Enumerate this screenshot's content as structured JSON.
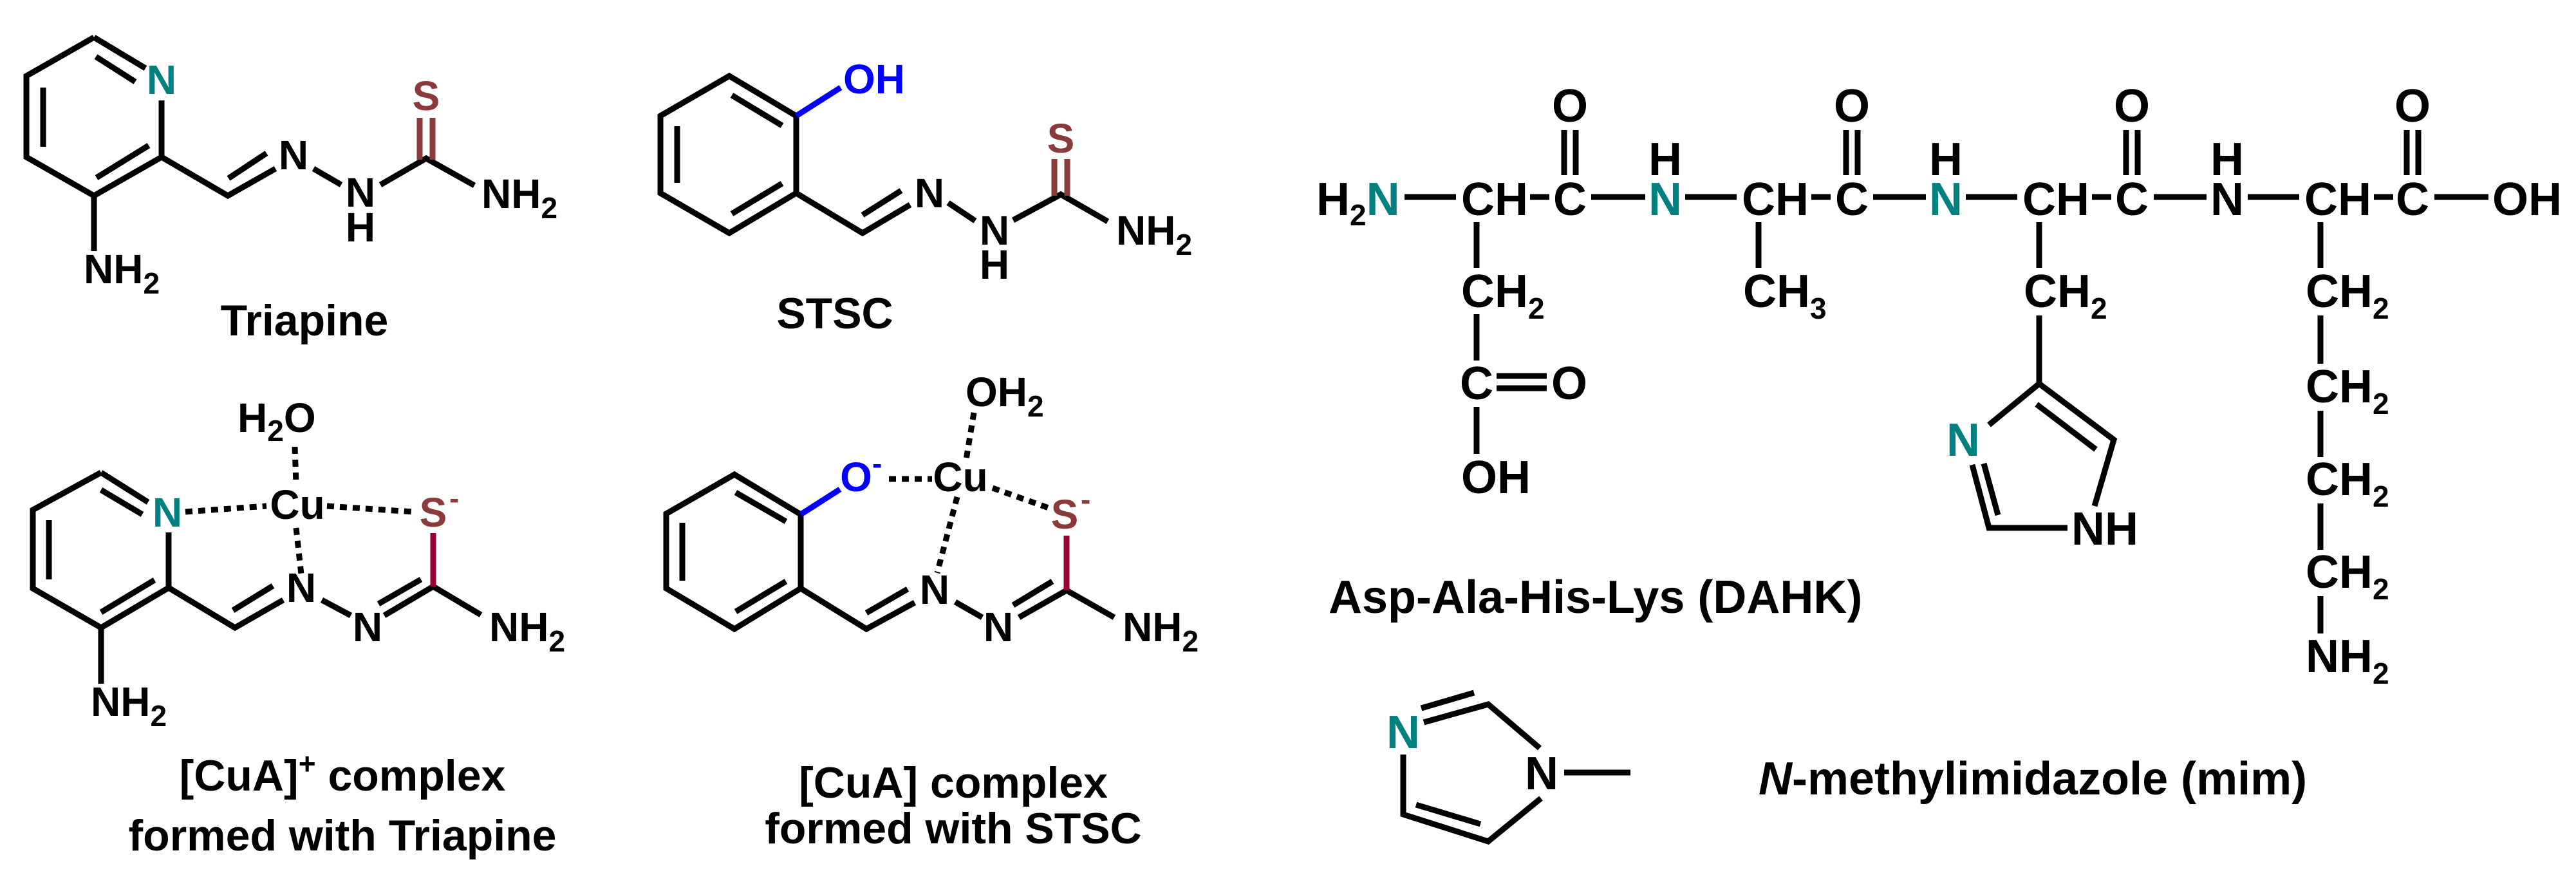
{
  "figure": {
    "colors": {
      "nitrogen_highlight": "#008080",
      "sulfur": "#8B3A3A",
      "oxygen_phenol": "#0000FF",
      "s_bond": "#990033"
    },
    "triapine": {
      "label": "Triapine",
      "atoms": {
        "ring_n": "N",
        "amine_n": "NH",
        "amine_sub": "2",
        "imine_n": "N",
        "hydrazine_n": "N",
        "hydrazine_h": "H",
        "thione_s": "S",
        "terminal_n": "NH",
        "terminal_sub": "2"
      }
    },
    "stsc": {
      "label": "STSC",
      "atoms": {
        "hydroxyl": "OH",
        "imine_n": "N",
        "hydrazine_n": "N",
        "hydrazine_h": "H",
        "thione_s": "S",
        "terminal_n": "NH",
        "terminal_sub": "2"
      }
    },
    "cu_triapine": {
      "label_line1_main": "[CuA]",
      "label_line1_sup": "+",
      "label_line1_rest": " complex",
      "label_line2": "formed with Triapine",
      "atoms": {
        "water_h": "H",
        "water_sub": "2",
        "water_o": "O",
        "cu": "Cu",
        "ring_n": "N",
        "thiolate_s": "S",
        "charge": "-",
        "amine_n": "NH",
        "amine_sub": "2",
        "imine_n": "N",
        "hydrazine_n": "N",
        "terminal_n": "NH",
        "terminal_sub": "2"
      }
    },
    "cu_stsc": {
      "label_line1": "[CuA] complex",
      "label_line2": "formed with STSC",
      "atoms": {
        "water": "OH",
        "water_sub": "2",
        "cu": "Cu",
        "phenolate_o": "O",
        "o_charge": "-",
        "thiolate_s": "S",
        "s_charge": "-",
        "imine_n": "N",
        "hydrazine_n": "N",
        "terminal_n": "NH",
        "terminal_sub": "2"
      }
    },
    "dahk": {
      "label": "Asp-Ala-His-Lys (DAHK)",
      "backbone": {
        "h2": "H",
        "h2_sub": "2",
        "n1": "N",
        "ch1": "CH",
        "c1": "C",
        "o1": "O",
        "h_n2": "H",
        "n2": "N",
        "ch2": "CH",
        "c2": "C",
        "o2": "O",
        "h_n3": "H",
        "n3": "N",
        "ch3": "CH",
        "c3": "C",
        "o3": "O",
        "h_n4": "H",
        "n4": "N",
        "ch4": "CH",
        "c4": "C",
        "o4": "O",
        "oh": "OH"
      },
      "asp_side": {
        "ch2": "CH",
        "ch2_sub": "2",
        "c": "C",
        "o": "O",
        "oh": "OH"
      },
      "ala_side": {
        "ch3": "CH",
        "ch3_sub": "3"
      },
      "his_side": {
        "ch2": "CH",
        "ch2_sub": "2",
        "ring_n": "N",
        "ring_nh": "NH"
      },
      "lys_side": {
        "ch2": "CH",
        "sub": "2",
        "nh2": "NH",
        "nh2_sub": "2"
      }
    },
    "mim": {
      "label_italic": "N",
      "label_rest": "-methylimidazole (mim)",
      "atoms": {
        "n3": "N",
        "n1": "N"
      }
    }
  }
}
